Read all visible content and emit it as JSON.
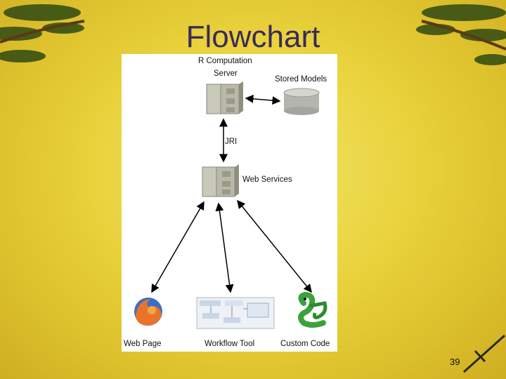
{
  "slide": {
    "title": "Flowchart",
    "page_number": "39",
    "background_color": "#e9d23c",
    "title_color": "#3a2a5a"
  },
  "diagram": {
    "nodes": {
      "r_server": {
        "label_line1": "R Computation",
        "label_line2": "Server",
        "icon": "server-icon"
      },
      "stored_models": {
        "label": "Stored Models",
        "icon": "database-icon"
      },
      "web_services": {
        "label": "Web Services",
        "icon": "server-icon"
      },
      "web_page": {
        "label": "Web Page",
        "icon": "firefox-browser-icon"
      },
      "workflow_tool": {
        "label": "Workflow Tool",
        "icon": "workflow-screenshot-icon"
      },
      "custom_code": {
        "label": "Custom Code",
        "icon": "python-snake-icon"
      }
    },
    "edges": [
      {
        "from": "r_server",
        "to": "stored_models",
        "label": ""
      },
      {
        "from": "r_server",
        "to": "web_services",
        "label": "JRI"
      },
      {
        "from": "web_services",
        "to": "web_page",
        "label": ""
      },
      {
        "from": "web_services",
        "to": "workflow_tool",
        "label": ""
      },
      {
        "from": "web_services",
        "to": "custom_code",
        "label": ""
      }
    ]
  }
}
